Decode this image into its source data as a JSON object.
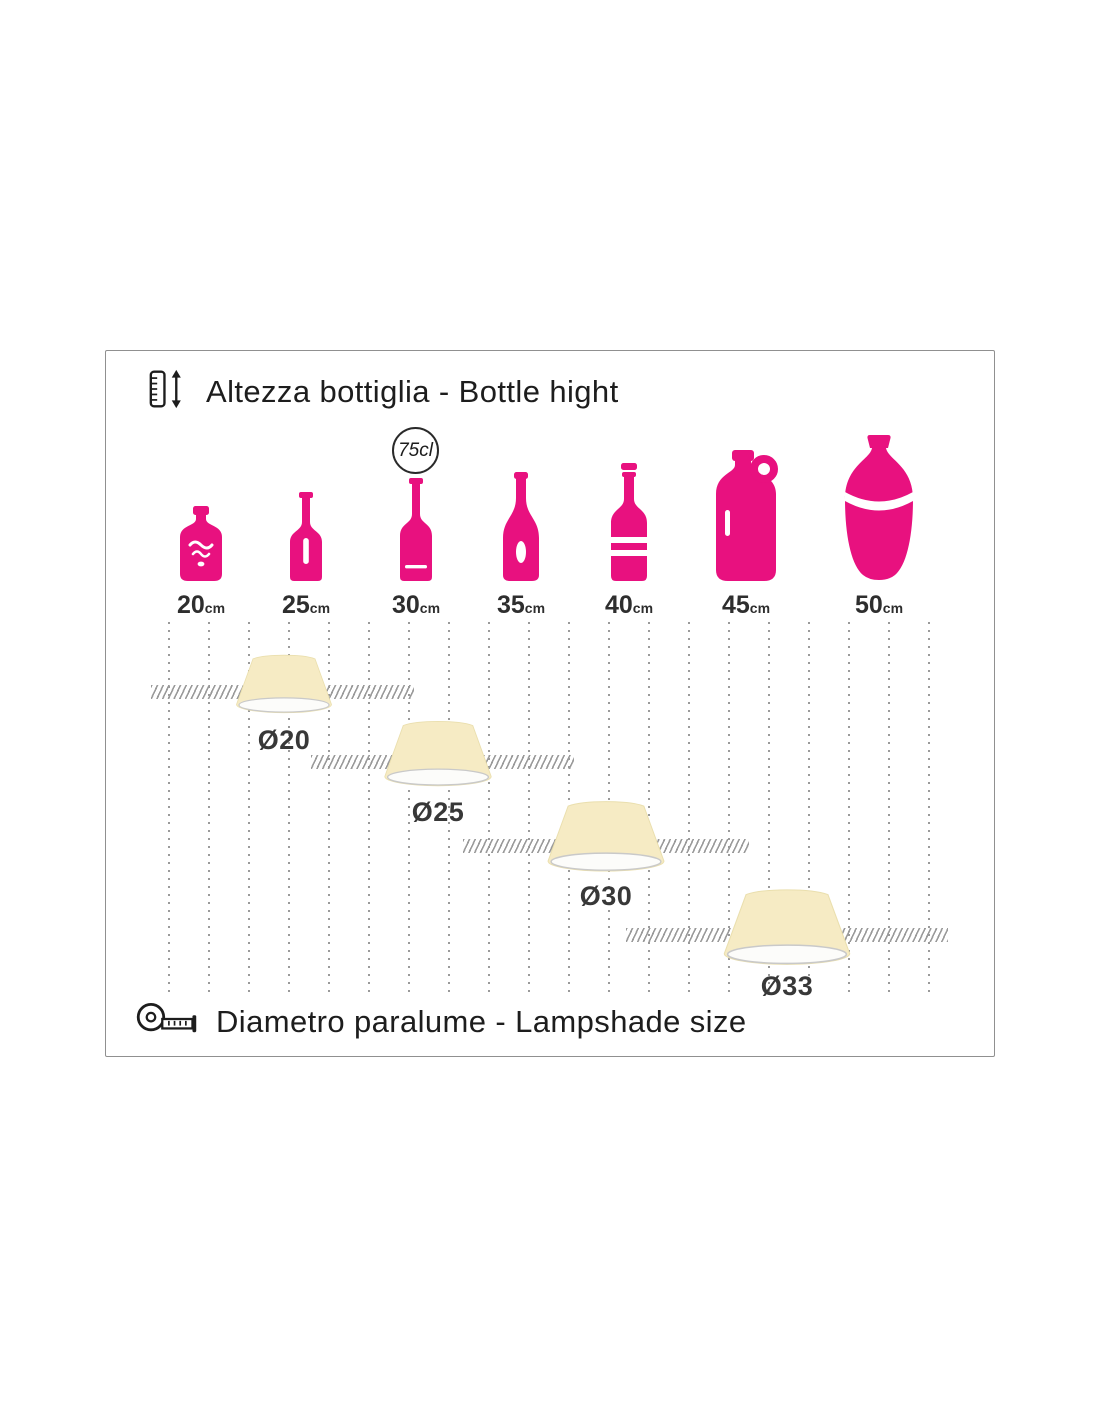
{
  "colors": {
    "pink": "#e8117f",
    "cream": "#f6ebc4",
    "text": "#1d1d1d",
    "hatch": "#9a9a9a",
    "grid_dot": "#9a9a9a",
    "border": "#909090"
  },
  "header": {
    "label": "Altezza bottiglia - Bottle hight",
    "icon": "ruler-height-icon"
  },
  "footer": {
    "label": "Diametro paralume - Lampshade size",
    "icon": "measuring-tape-icon"
  },
  "badge": {
    "label": "75cl"
  },
  "bottles": [
    {
      "value": "20",
      "unit": "cm",
      "name": "flask-bottle"
    },
    {
      "value": "25",
      "unit": "cm",
      "name": "wine-bottle"
    },
    {
      "value": "30",
      "unit": "cm",
      "name": "wine-bottle-75cl"
    },
    {
      "value": "35",
      "unit": "cm",
      "name": "sparkling-bottle"
    },
    {
      "value": "40",
      "unit": "cm",
      "name": "striped-bottle"
    },
    {
      "value": "45",
      "unit": "cm",
      "name": "jug-bottle"
    },
    {
      "value": "50",
      "unit": "cm",
      "name": "demijohn-bottle"
    }
  ],
  "lampshades": [
    {
      "label": "Ø20"
    },
    {
      "label": "Ø25"
    },
    {
      "label": "Ø30"
    },
    {
      "label": "Ø33"
    }
  ]
}
